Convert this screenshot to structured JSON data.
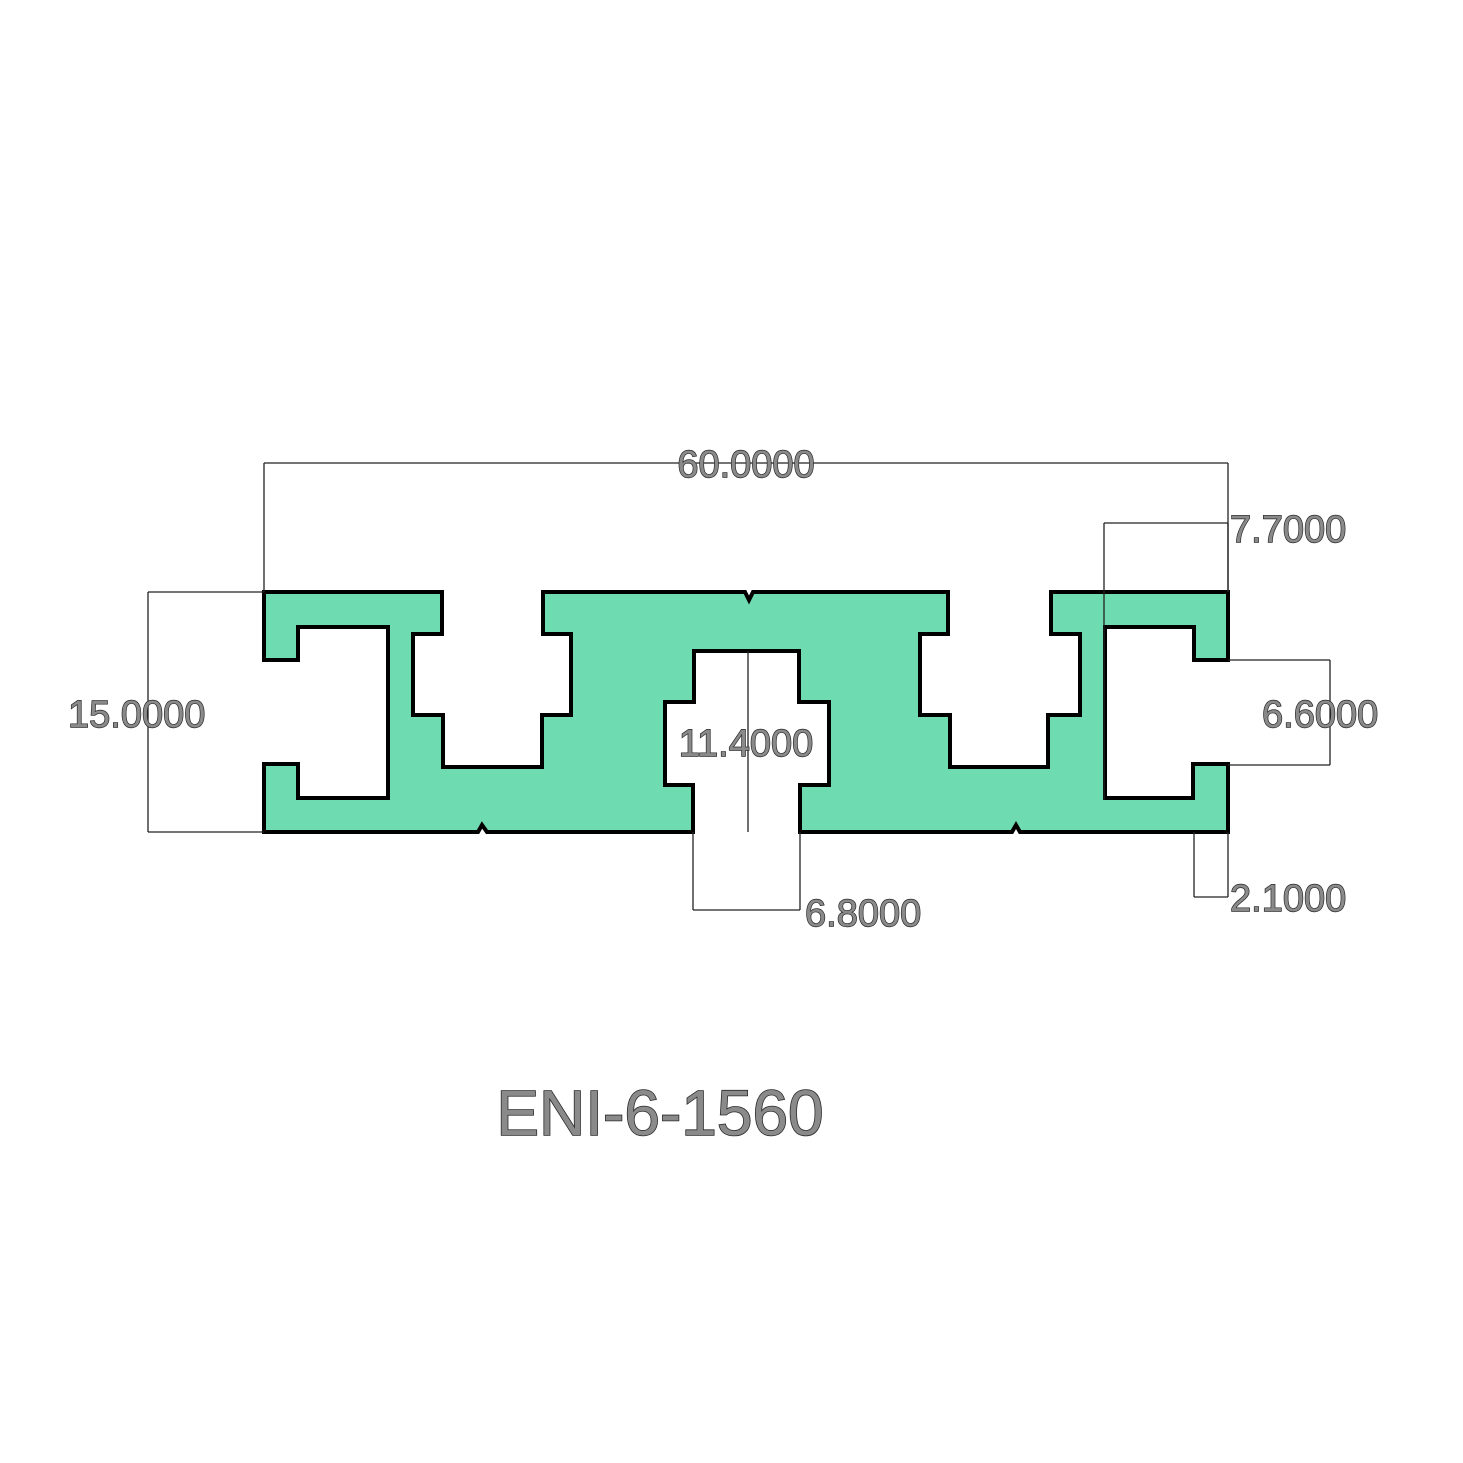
{
  "title": "ENI-6-1560",
  "profile_fill": "#6fdbb0",
  "dimensions": {
    "overall_width": "60.0000",
    "overall_height": "15.0000",
    "right_channel_width": "7.7000",
    "slot_opening": "6.6000",
    "lip_thickness": "2.1000",
    "center_slot_width": "6.8000",
    "center_slot_depth": "11.4000"
  }
}
